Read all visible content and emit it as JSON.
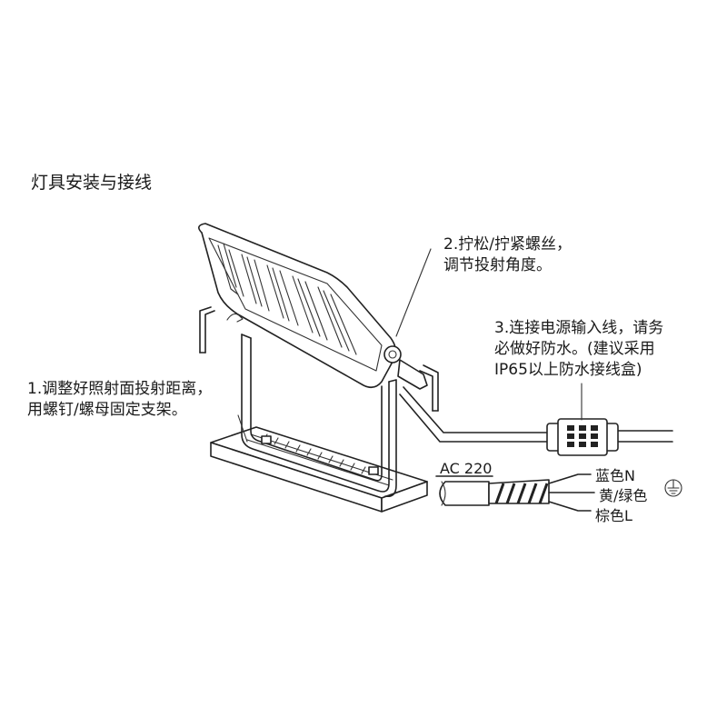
{
  "title": "灯具安装与接线",
  "steps": {
    "step1": [
      "1.调整好照射面投射距离，",
      "用螺钉/螺母固定支架。"
    ],
    "step2": [
      "2.拧松/拧紧螺丝，",
      "调节投射角度。"
    ],
    "step3": [
      "3.连接电源输入线，请务",
      "必做好防水。(建议采用",
      "IP65以上防水接线盒)"
    ]
  },
  "wiring": {
    "supply": "AC 220",
    "neutral": "蓝色N",
    "earth": "黄/绿色",
    "live": "棕色L"
  }
}
